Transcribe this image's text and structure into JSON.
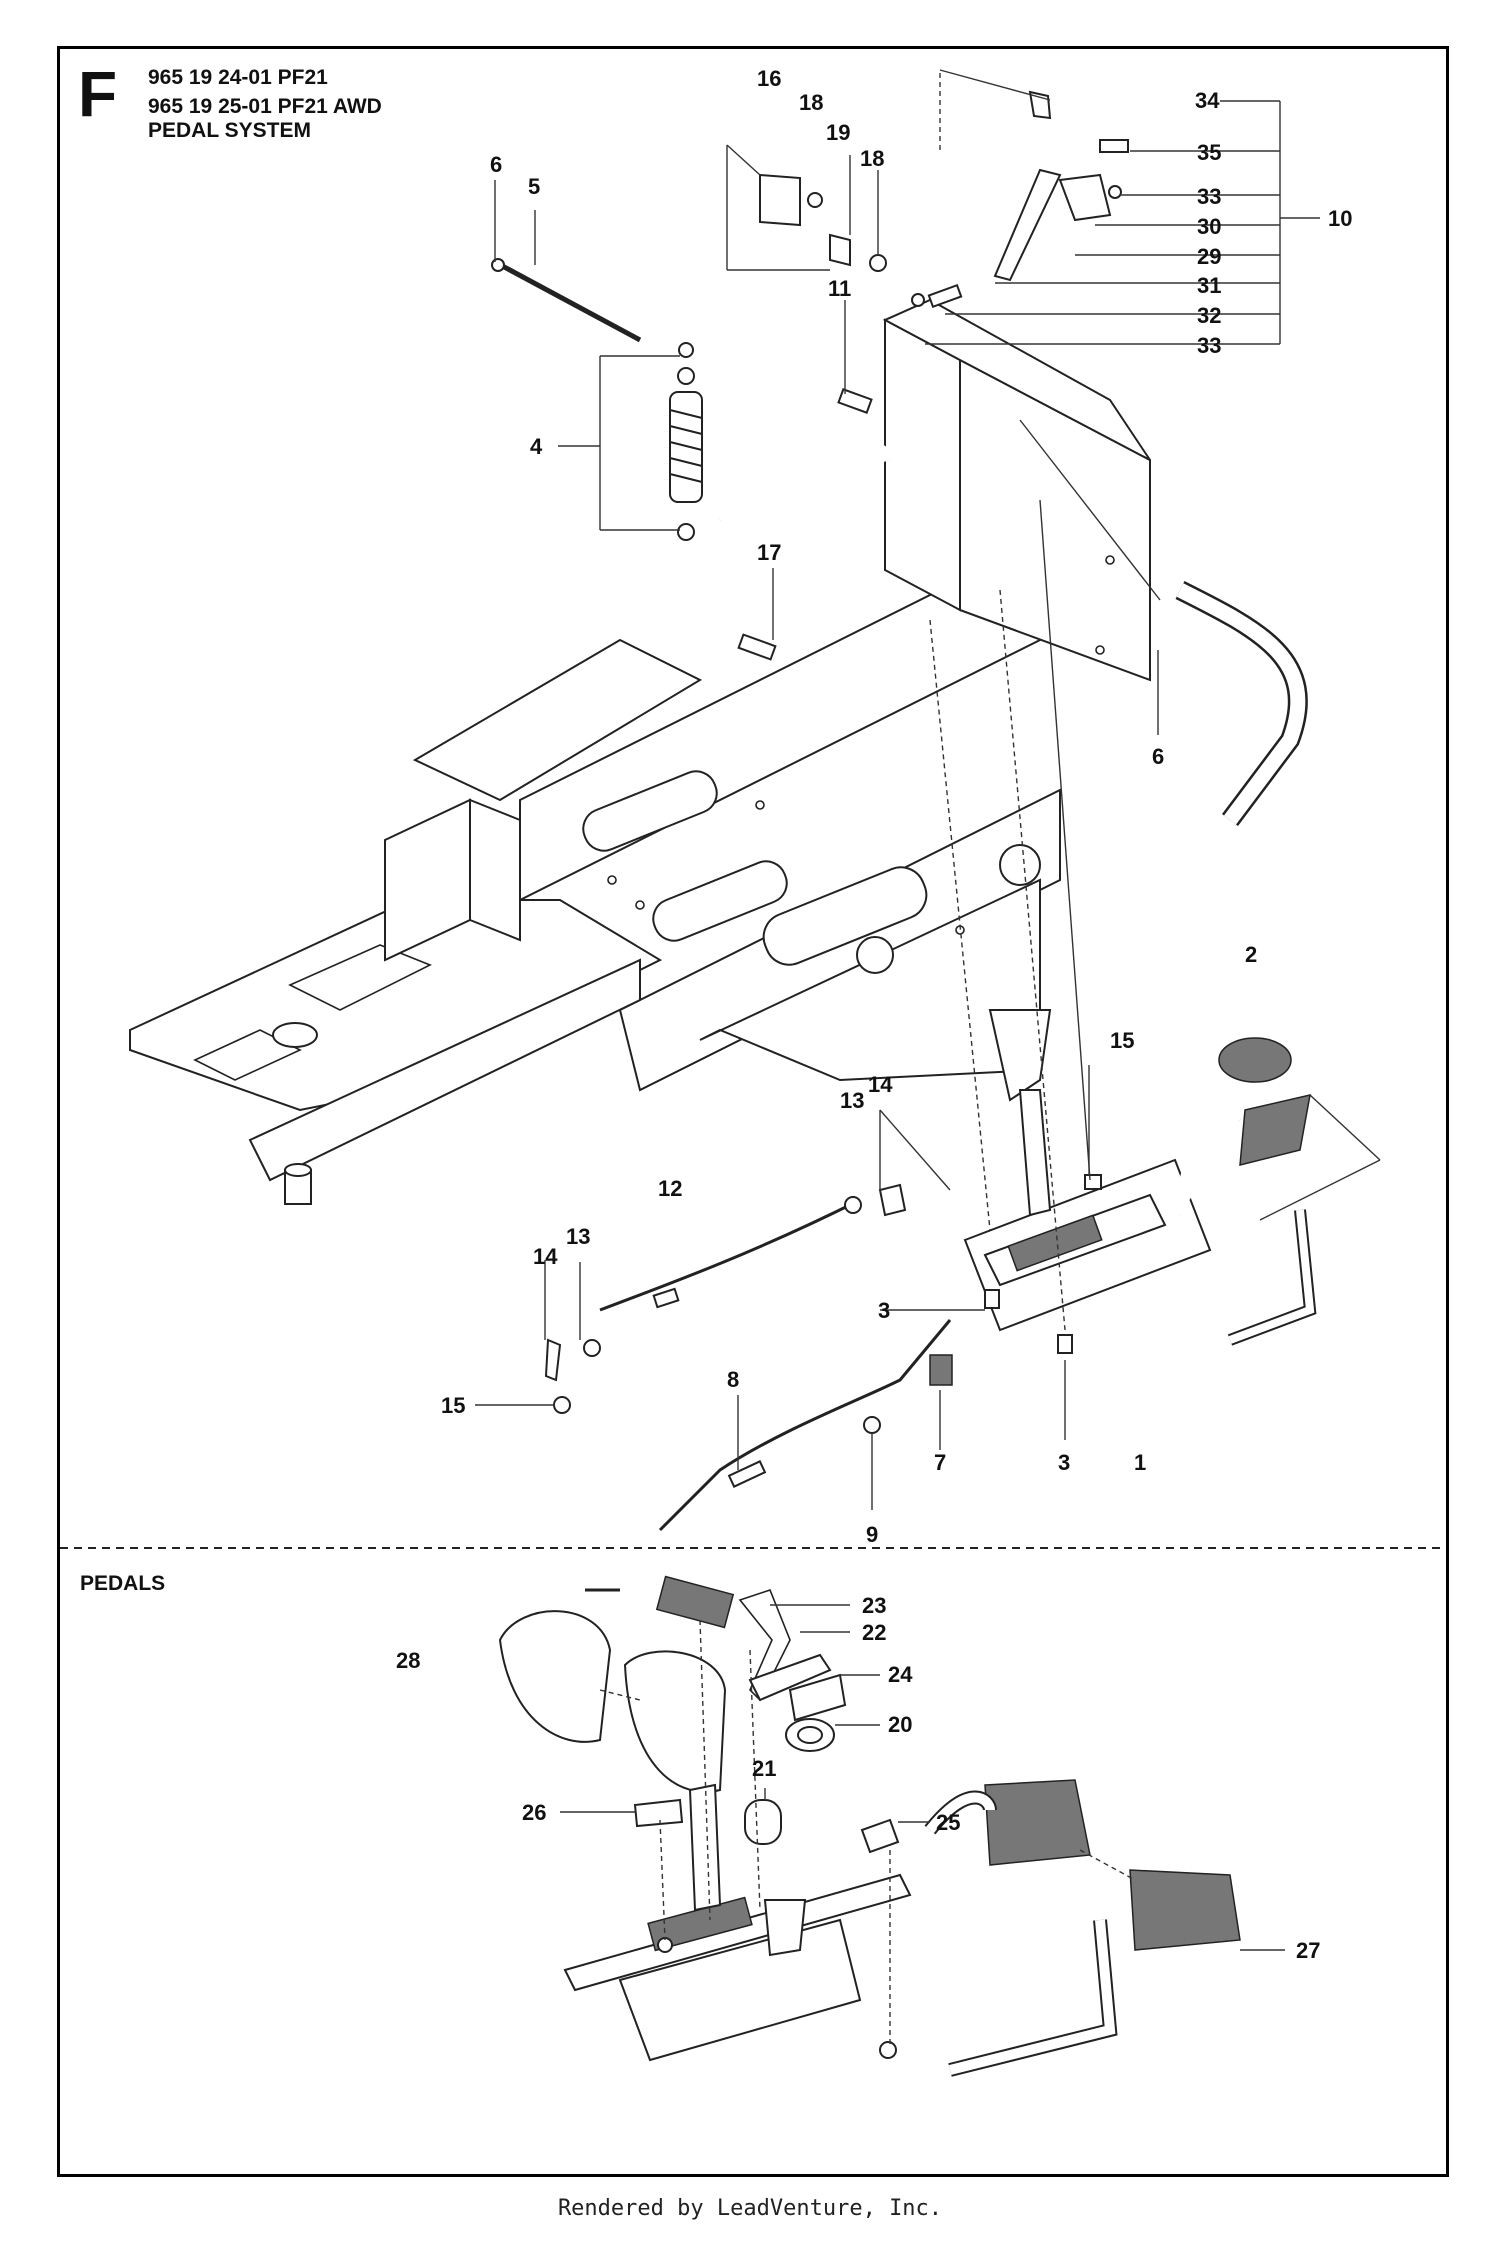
{
  "header": {
    "section_letter": "F",
    "model_line_1": "965 19 24-01 PF21",
    "model_line_2": "965 19 25-01 PF21 AWD",
    "system_name": "PEDAL SYSTEM"
  },
  "pedals_section": {
    "label": "PEDALS"
  },
  "footer": {
    "text": "Rendered by LeadVenture, Inc."
  },
  "callouts": {
    "c34": "34",
    "c35": "35",
    "c33a": "33",
    "c30": "30",
    "c10": "10",
    "c29": "29",
    "c31": "31",
    "c32": "32",
    "c33b": "33",
    "c16": "16",
    "c18a": "18",
    "c19": "19",
    "c18b": "18",
    "c11": "11",
    "c6a": "6",
    "c5": "5",
    "c4": "4",
    "c17": "17",
    "c6b": "6",
    "c2": "2",
    "c15a": "15",
    "c13a": "13",
    "c14a": "14",
    "c12": "12",
    "c13b": "13",
    "c14b": "14",
    "c15b": "15",
    "c3a": "3",
    "c3b": "3",
    "c8": "8",
    "c7": "7",
    "c1": "1",
    "c9": "9",
    "c23": "23",
    "c22": "22",
    "c28": "28",
    "c24": "24",
    "c20": "20",
    "c21": "21",
    "c26": "26",
    "c25": "25",
    "c27": "27"
  }
}
